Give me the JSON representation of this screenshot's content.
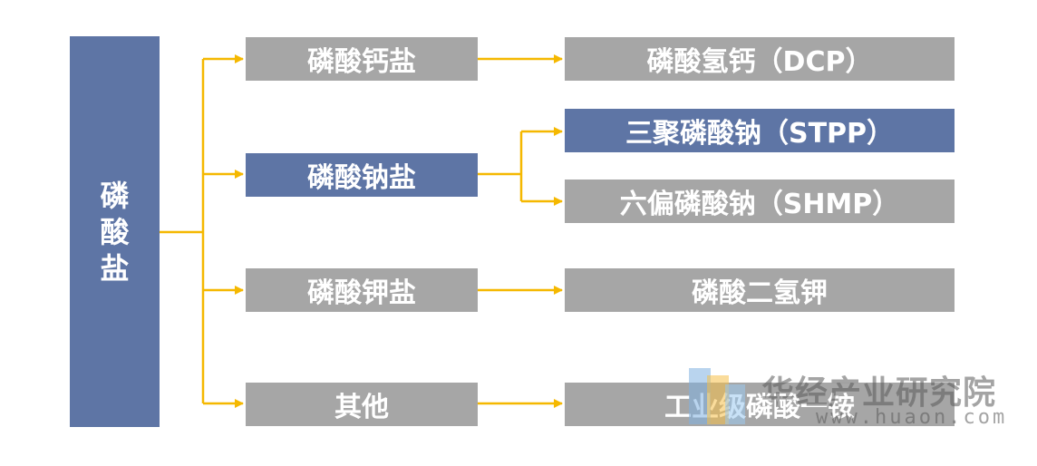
{
  "root": {
    "chars": [
      "磷",
      "酸",
      "盐"
    ]
  },
  "level1": [
    {
      "label": "磷酸钙盐",
      "style": "gray"
    },
    {
      "label": "磷酸钠盐",
      "style": "blue"
    },
    {
      "label": "磷酸钾盐",
      "style": "gray"
    },
    {
      "label": "其他",
      "style": "gray"
    }
  ],
  "level2": [
    {
      "label": "磷酸氢钙（DCP）",
      "style": "gray"
    },
    {
      "label": "三聚磷酸钠（STPP）",
      "style": "blue"
    },
    {
      "label": "六偏磷酸钠（SHMP）",
      "style": "gray"
    },
    {
      "label": "磷酸二氢钾",
      "style": "gray"
    },
    {
      "label": "工业级磷酸一铵",
      "style": "gray"
    }
  ],
  "watermark": {
    "name": "华经产业研究院",
    "url": "www.huaon.com"
  },
  "colors": {
    "connector": "#f5b800",
    "gray_box": "#a6a6a6",
    "blue_box": "#5e75a5"
  }
}
